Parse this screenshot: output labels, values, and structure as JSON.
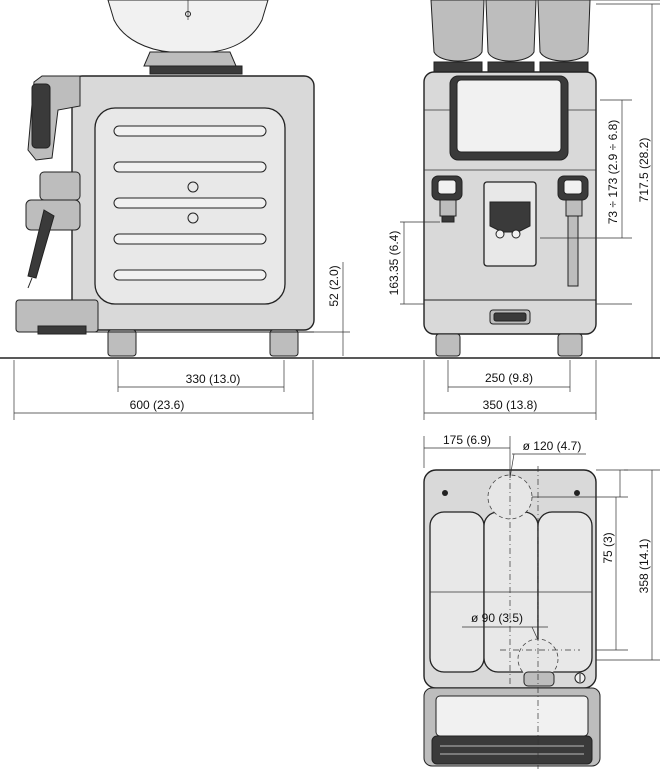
{
  "dimensions": {
    "side_depth_total": "600 (23.6)",
    "side_feet_spacing": "330 (13.0)",
    "side_foot_height": "52 (2.0)",
    "front_width": "350 (13.8)",
    "front_feet_spacing": "250 (9.8)",
    "front_total_height": "717.5 (28.2)",
    "front_outlet_range": "73 ÷ 173 (2.9 ÷ 6.8)",
    "front_outlet_height": "163.35 (6.4)",
    "top_hole_offset": "175 (6.9)",
    "top_large_hole_diameter": "ø 120 (4.7)",
    "top_small_hole_diameter": "ø 90 (3.5)",
    "top_hole_spacing": "75 (3)",
    "top_depth": "358 (14.1)"
  },
  "views": [
    "side-view",
    "front-view",
    "top-view"
  ],
  "colors": {
    "line": "#222222",
    "body": "#d9d9d9",
    "panel": "#e8e8e8",
    "dark": "#3a3a3a"
  }
}
